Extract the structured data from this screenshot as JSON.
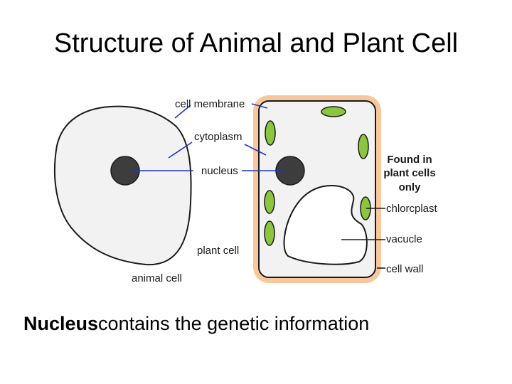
{
  "title": "Structure of Animal and Plant Cell",
  "labels": {
    "cell_membrane": "cell membrane",
    "cytoplasm": "cytoplasm",
    "nucleus": "nucleus",
    "found_in_line1": "Found in",
    "found_in_line2": "plant cells",
    "found_in_line3": "only",
    "chloroplast": "chlorcplast",
    "vacuole": "vacucle",
    "cell_wall": "cell wall",
    "plant_cell": "plant cell",
    "animal_cell": "animal cell"
  },
  "caption": {
    "term": "Nucleus",
    "text": "contains the genetic information"
  },
  "colors": {
    "cytoplasm_fill": "#f2f2f2",
    "cell_wall": "#f8c79c",
    "nucleus": "#3d3d3d",
    "chloroplast": "#8cc63f",
    "pointer_line": "#1f33c8",
    "outline": "#1a1a1a"
  }
}
